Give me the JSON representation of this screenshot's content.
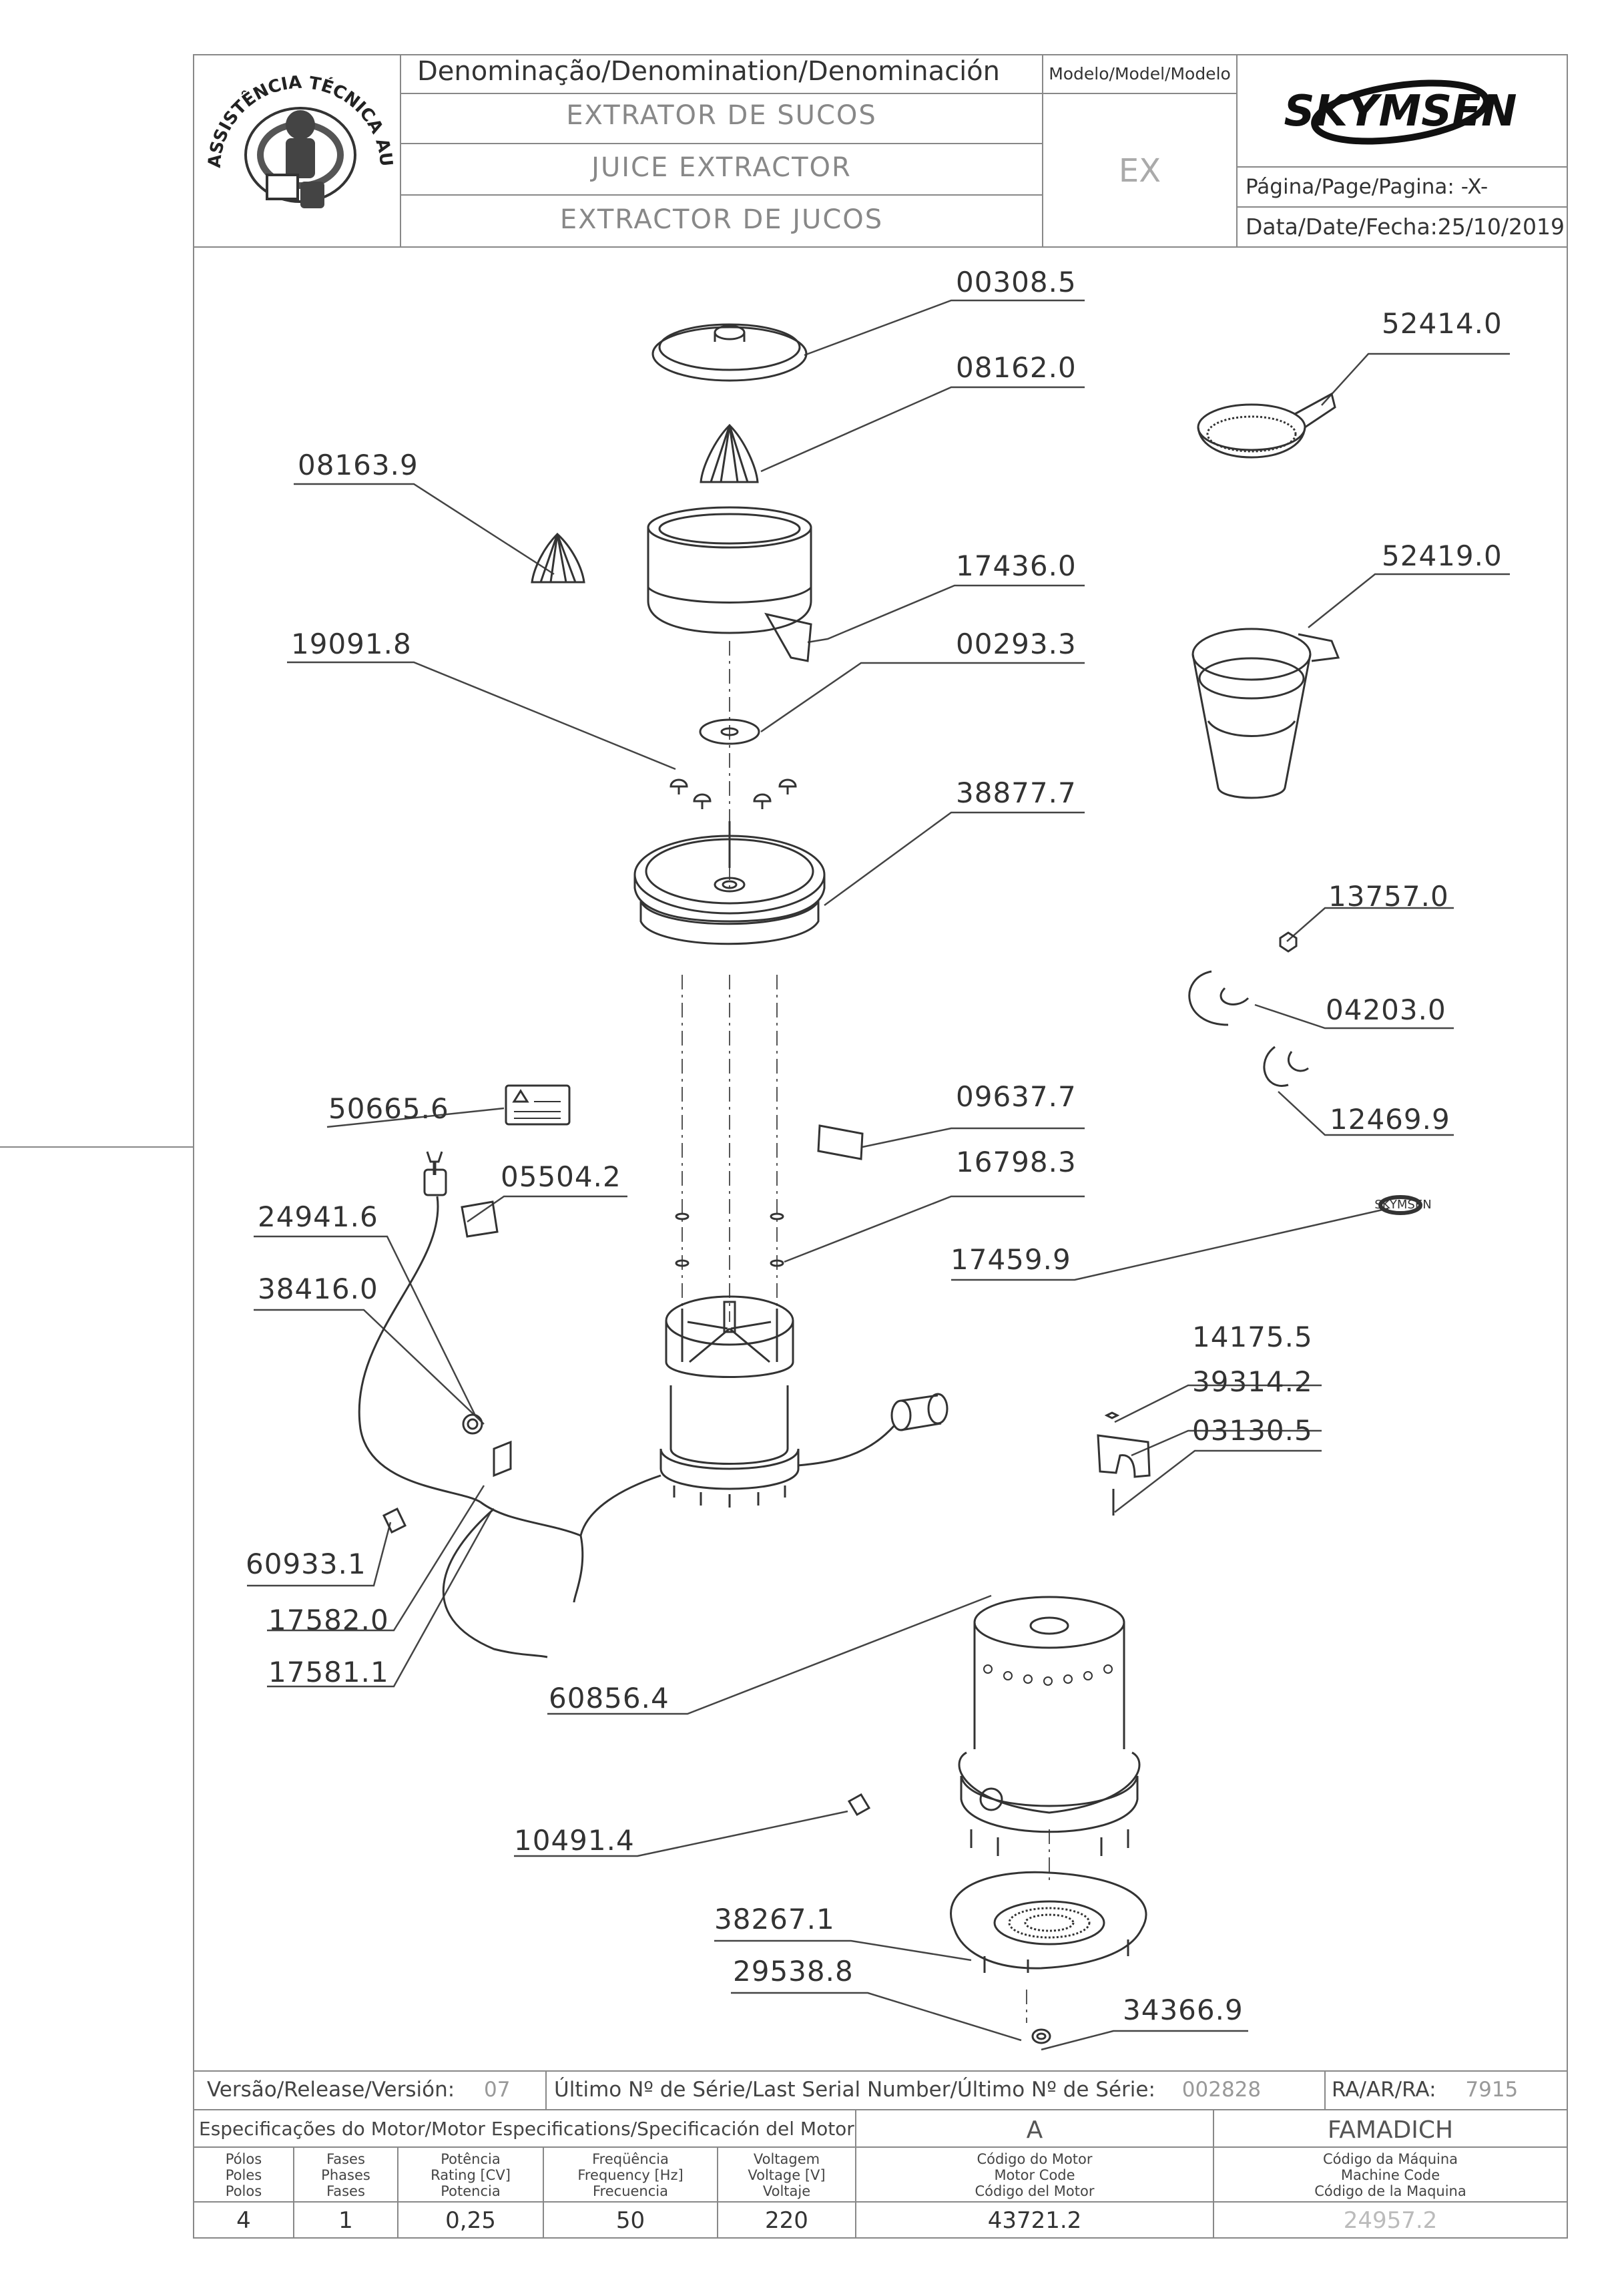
{
  "header": {
    "seal_text": "ASSISTÊNCIA TÉCNICA AUTORIZADA",
    "denomination_label": "Denominação/Denomination/Denominación",
    "name_pt": "EXTRATOR DE SUCOS",
    "name_en": "JUICE EXTRACTOR",
    "name_es": "EXTRACTOR DE JUCOS",
    "model_label": "Modelo/Model/Modelo",
    "model_value": "EX",
    "brand": "SKYMSEN",
    "page_label": "Página/Page/Pagina:",
    "page_value": "-X-",
    "date_label": "Data/Date/Fecha:",
    "date_value": "25/10/2019"
  },
  "parts": [
    {
      "code": "00308.5"
    },
    {
      "code": "08162.0"
    },
    {
      "code": "08163.9"
    },
    {
      "code": "17436.0"
    },
    {
      "code": "19091.8"
    },
    {
      "code": "00293.3"
    },
    {
      "code": "38877.7"
    },
    {
      "code": "52414.0"
    },
    {
      "code": "52419.0"
    },
    {
      "code": "13757.0"
    },
    {
      "code": "04203.0"
    },
    {
      "code": "12469.9"
    },
    {
      "code": "50665.6"
    },
    {
      "code": "09637.7"
    },
    {
      "code": "05504.2"
    },
    {
      "code": "16798.3"
    },
    {
      "code": "24941.6"
    },
    {
      "code": "17459.9"
    },
    {
      "code": "38416.0"
    },
    {
      "code": "14175.5"
    },
    {
      "code": "39314.2"
    },
    {
      "code": "03130.5"
    },
    {
      "code": "60933.1"
    },
    {
      "code": "17582.0"
    },
    {
      "code": "17581.1"
    },
    {
      "code": "60856.4"
    },
    {
      "code": "10491.4"
    },
    {
      "code": "38267.1"
    },
    {
      "code": "29538.8"
    },
    {
      "code": "34366.9"
    }
  ],
  "decal_brand": "SKYMSEN",
  "footer": {
    "version_label": "Versão/Release/Versión:",
    "version_value": "07",
    "serial_label": "Último Nº de Série/Last Serial Number/Último Nº de Série:",
    "serial_value": "002828",
    "ra_label": "RA/AR/RA:",
    "ra_value": "7915",
    "motor_spec_label": "Especificações do Motor/Motor Especifications/Specificación del Motor",
    "motor_letter": "A",
    "manufacturer": "FAMADICH",
    "columns": [
      {
        "l1": "Pólos",
        "l2": "Poles",
        "l3": "Polos",
        "value": "4"
      },
      {
        "l1": "Fases",
        "l2": "Phases",
        "l3": "Fases",
        "value": "1"
      },
      {
        "l1": "Potência",
        "l2": "Rating [CV]",
        "l3": "Potencia",
        "value": "0,25"
      },
      {
        "l1": "Freqüência",
        "l2": "Frequency [Hz]",
        "l3": "Frecuencia",
        "value": "50"
      },
      {
        "l1": "Voltagem",
        "l2": "Voltage [V]",
        "l3": "Voltaje",
        "value": "220"
      },
      {
        "l1": "Código do Motor",
        "l2": "Motor Code",
        "l3": "Código del Motor",
        "value": "43721.2"
      },
      {
        "l1": "Código da Máquina",
        "l2": "Machine Code",
        "l3": "Código de la Maquina",
        "value": "24957.2"
      }
    ]
  }
}
